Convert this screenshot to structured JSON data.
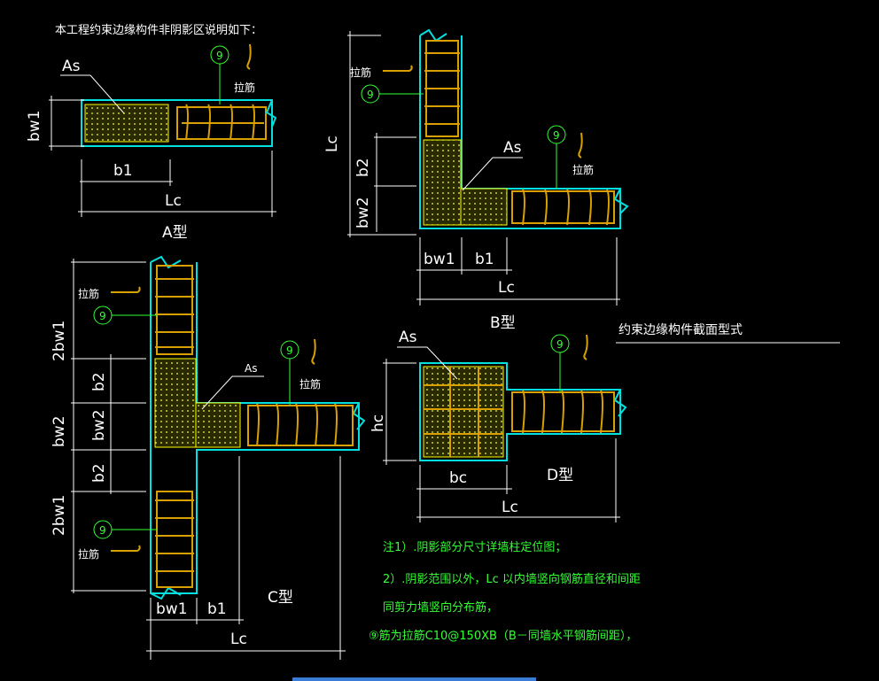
{
  "header": {
    "title": "本工程约束边缘构件非阴影区说明如下："
  },
  "section_title": "约束边缘构件截面型式",
  "labels": {
    "as": "As",
    "la_jin": "拉筋",
    "nine": "9",
    "bw1": "bw1",
    "bw2": "bw2",
    "b1": "b1",
    "b2": "b2",
    "lc": "Lc",
    "hc": "hc",
    "bc": "bc",
    "two_bw1": "2bw1"
  },
  "types": {
    "a": "A型",
    "b": "B型",
    "c": "C型",
    "d": "D型"
  },
  "notes": [
    "注1）.阴影部分尺寸详墙柱定位图；",
    "2）.阴影范围以外，Lc 以内墙竖向钢筋直径和间距",
    "同剪力墙竖向分布筋，",
    "⑨筋为拉筋C10@150XB（B－同墙水平钢筋间距），"
  ],
  "colors": {
    "background": "#000000",
    "wall_outline": "#00e0e0",
    "rebar": "#d8a000",
    "shade_edge": "#ffff00",
    "note_text": "#33ff33",
    "dimension": "#ffffff"
  }
}
